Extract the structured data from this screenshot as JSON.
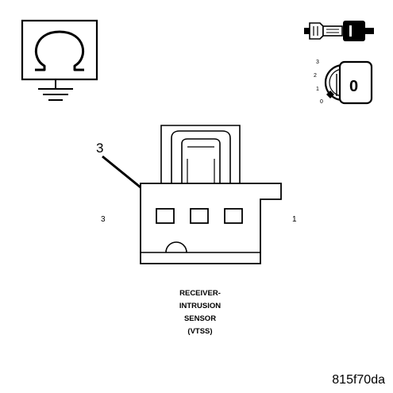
{
  "callout": {
    "pin_number": "3"
  },
  "connector": {
    "left_pin_label": "3",
    "right_pin_label": "1",
    "caption_lines": [
      "RECEIVER-",
      "INTRUSION",
      "SENSOR",
      "(VTSS)"
    ]
  },
  "ignition_key": {
    "positions": [
      "3",
      "2",
      "1",
      "0"
    ],
    "current_position": "0"
  },
  "figure_id": "815f70da"
}
